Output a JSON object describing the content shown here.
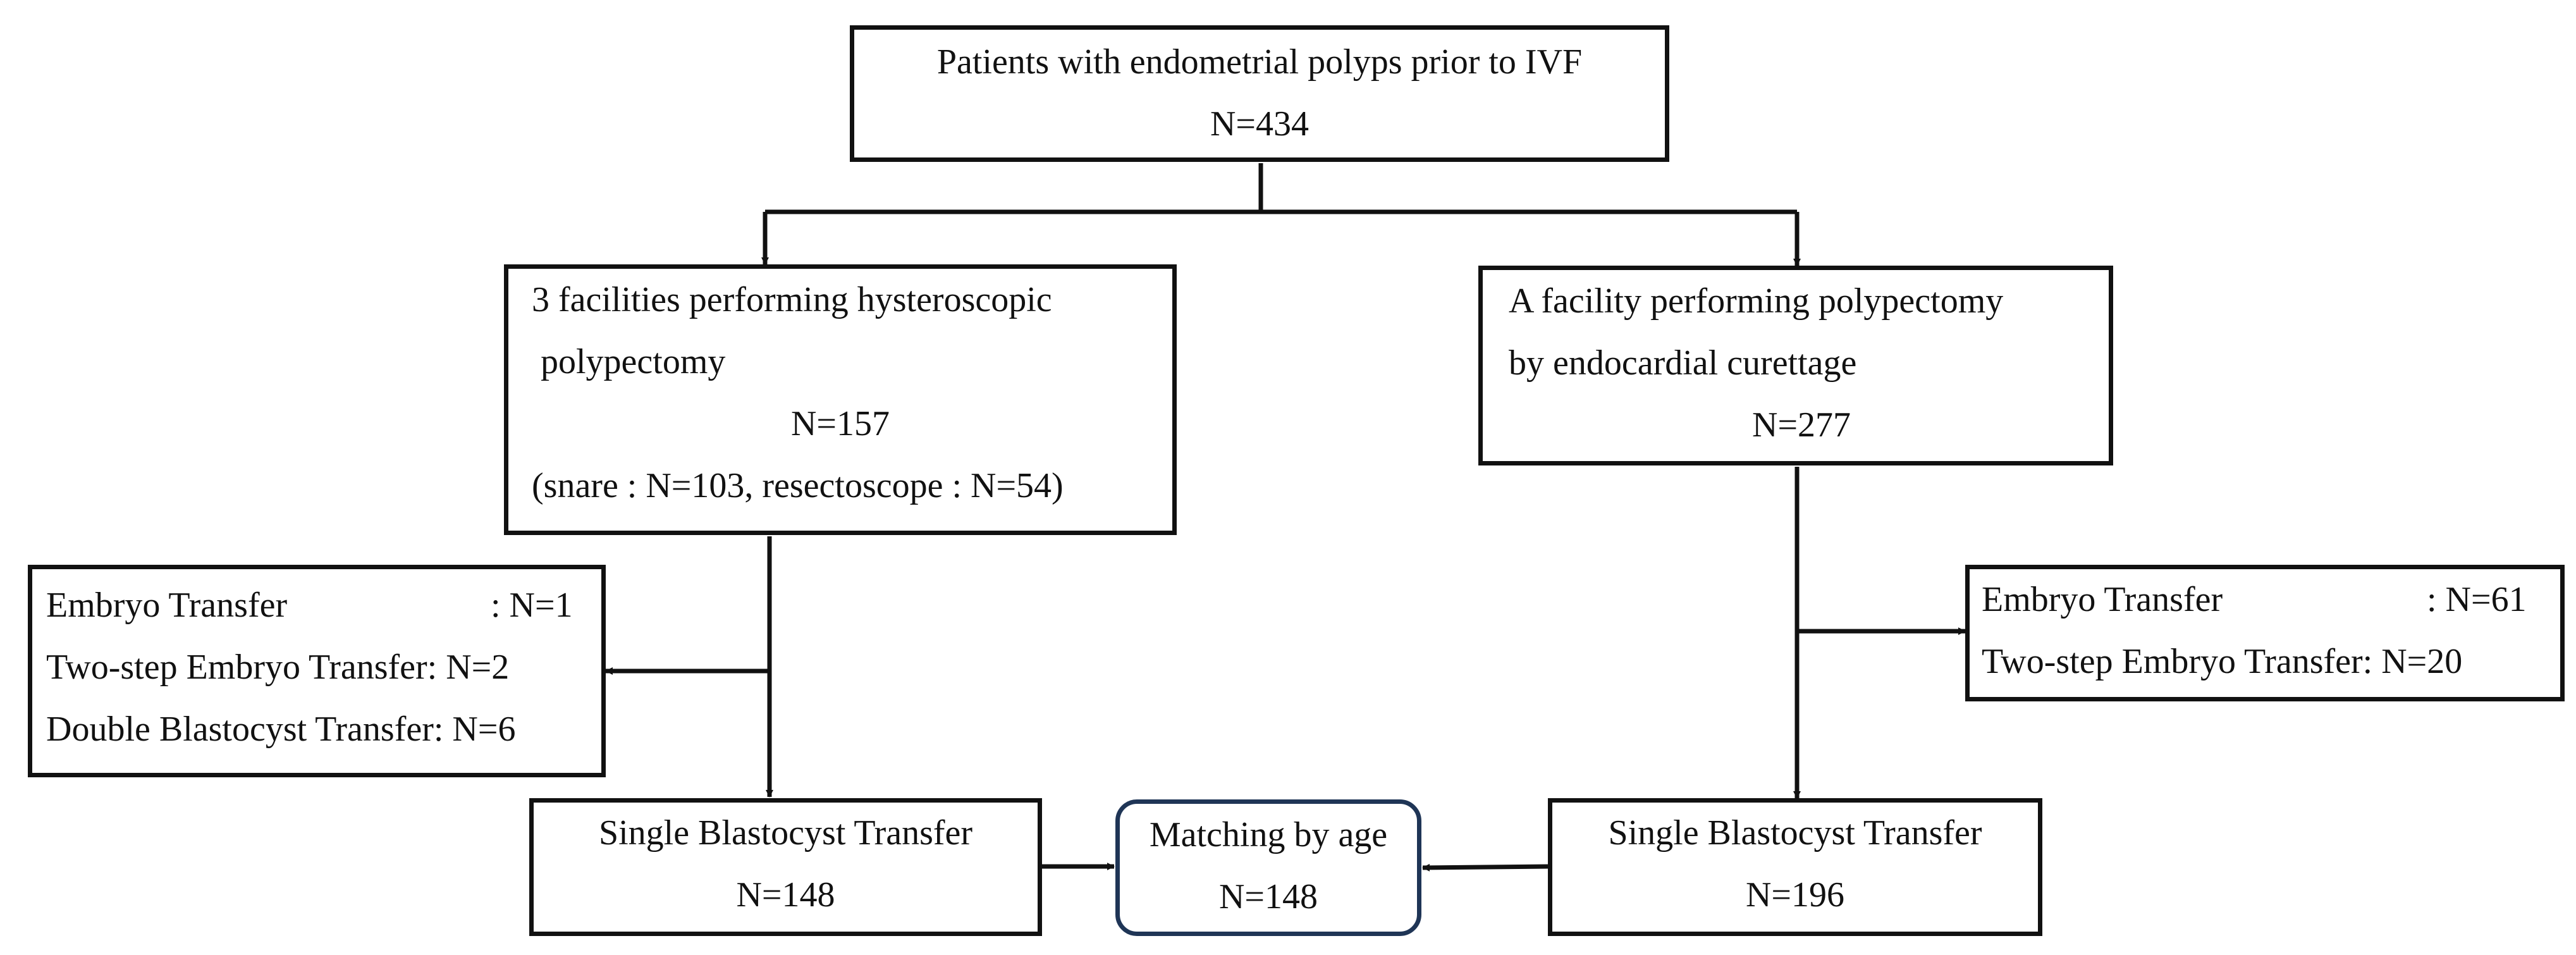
{
  "boxes": {
    "all_patients": {
      "line1": "Patients with endometrial polyps prior to IVF",
      "line2": "N=434"
    },
    "hysteroscopic": {
      "line1": "3 facilities performing hysteroscopic",
      "line2": "polypectomy",
      "line3": "N=157",
      "line4": "(snare : N=103, resectoscope : N=54)"
    },
    "curettage": {
      "line1": "A facility performing polypectomy",
      "line2": "by endocardial curettage",
      "line3": "N=277"
    },
    "left_excluded": {
      "row1_label": "Embryo Transfer",
      "row1_value": ": N=1",
      "row2": "Two-step Embryo Transfer: N=2",
      "row3": "Double Blastocyst Transfer: N=6"
    },
    "right_excluded": {
      "row1_label": "Embryo Transfer",
      "row1_value": ": N=61",
      "row2": "Two-step Embryo Transfer: N=20"
    },
    "single_left": {
      "line1": "Single Blastocyst Transfer",
      "line2": "N=148"
    },
    "single_right": {
      "line1": "Single Blastocyst Transfer",
      "line2": "N=196"
    },
    "matching": {
      "line1": "Matching by age",
      "line2": "N=148"
    }
  },
  "colors": {
    "box_border": "#111111",
    "matching_border": "#1f3556",
    "background": "#ffffff"
  }
}
